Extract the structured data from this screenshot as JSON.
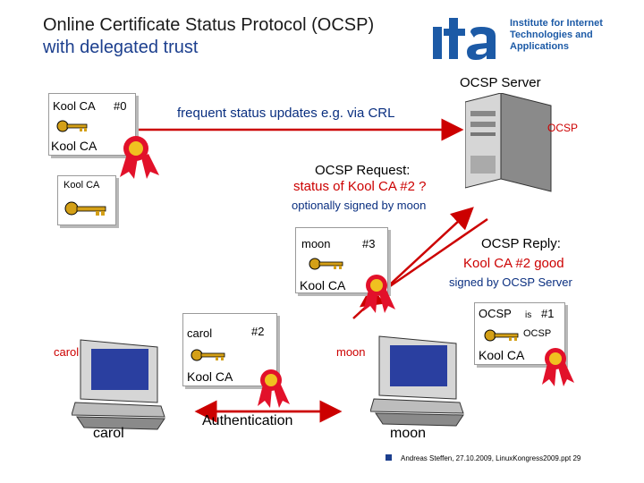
{
  "title": {
    "line1": "Online Certificate Status Protocol  (OCSP)",
    "line2": "with delegated trust"
  },
  "logo": {
    "mark": "ita",
    "text": "Institute for Internet Technologies and Applications",
    "color": "#1c5aa6"
  },
  "ocsp_server": {
    "label": "OCSP Server",
    "screen_label": "OCSP"
  },
  "root_cert": {
    "subject": "Kool CA",
    "serial": "#0",
    "issuer": "Kool CA"
  },
  "crl_arrow_label": "frequent status updates e.g. via CRL",
  "trusted_ca_cert": {
    "subject": "Kool CA"
  },
  "ocsp_request": {
    "line1": "OCSP Request:",
    "line2": "status of Kool CA #2 ?",
    "note": "optionally signed by moon"
  },
  "moon_cert": {
    "subject": "moon",
    "serial": "#3",
    "issuer": "Kool CA"
  },
  "ocsp_reply": {
    "line1": "OCSP Reply:",
    "line2": "Kool CA #2 good",
    "note": "signed by OCSP Server"
  },
  "ocsp_cert": {
    "subject": "OCSP",
    "is_label": "is",
    "serial": "#1",
    "ext": "OCSP",
    "issuer": "Kool CA"
  },
  "carol_cert": {
    "subject": "carol",
    "serial": "#2",
    "issuer": "Kool CA"
  },
  "carol_screen": "carol",
  "moon_screen": "moon",
  "auth_label": "Authentication",
  "carol_label": "carol",
  "moon_label": "moon",
  "footer": "Andreas Steffen, 27.10.2009, LinuxKongress2009.ppt 29",
  "colors": {
    "title_blue": "#1c3f8e",
    "label_blue": "#0a2f80",
    "red": "#cc0000",
    "seal": "#e2112a"
  }
}
